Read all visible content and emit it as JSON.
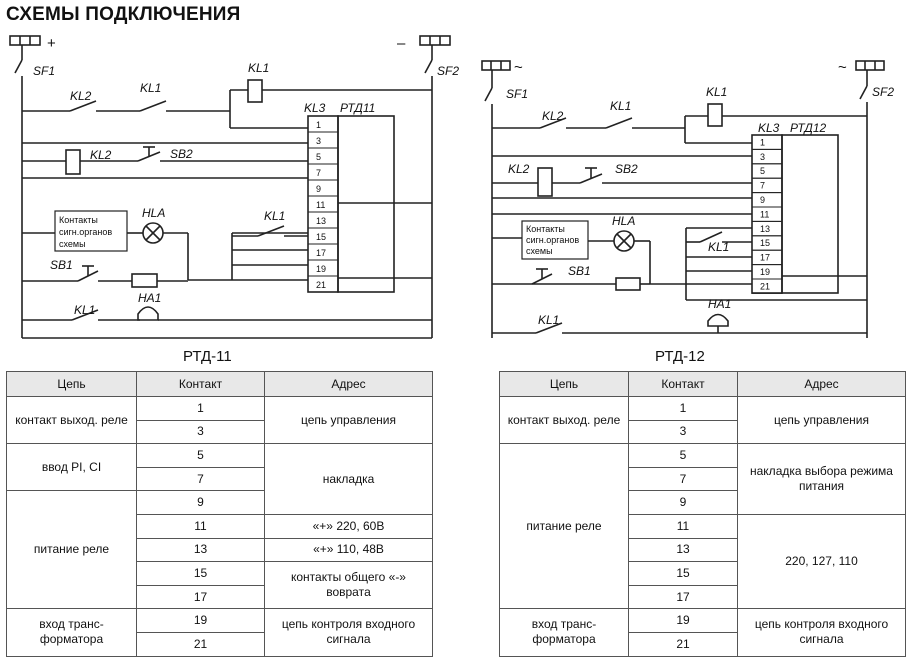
{
  "title": "СХЕМЫ ПОДКЛЮЧЕНИЯ",
  "left_diagram": {
    "caption": "РТД-11",
    "device": "РТД11",
    "polarity_left": "+",
    "polarity_right": "–",
    "labels": {
      "sf1": "SF1",
      "sf2": "SF2",
      "kl1_top": "KL1",
      "kl2": "KL2",
      "kl1_series": "KL1",
      "kl2_coil": "KL2",
      "sb2": "SB2",
      "kl3": "KL3",
      "hla": "HLA",
      "kl1_mid": "KL1",
      "sb1": "SB1",
      "kl1_bottom": "KL1",
      "ha1": "HA1"
    },
    "contacts_box": [
      "Контакты",
      "сигн.органов",
      "схемы"
    ],
    "pins": [
      "1",
      "3",
      "5",
      "7",
      "9",
      "11",
      "13",
      "15",
      "17",
      "19",
      "21"
    ]
  },
  "right_diagram": {
    "caption": "РТД-12",
    "device": "РТД12",
    "polarity_left": "~",
    "polarity_right": "~",
    "labels": {
      "sf1": "SF1",
      "sf2": "SF2",
      "kl1_top": "KL1",
      "kl2": "KL2",
      "kl1_series": "KL1",
      "kl2_coil": "KL2",
      "sb2": "SB2",
      "kl3": "KL3",
      "hla": "HLA",
      "kl1_mid": "KL1",
      "sb1": "SB1",
      "kl1_bottom": "KL1",
      "ha1": "HA1"
    },
    "contacts_box": [
      "Контакты",
      "сигн.органов",
      "схемы"
    ],
    "pins": [
      "1",
      "3",
      "5",
      "7",
      "9",
      "11",
      "13",
      "15",
      "17",
      "19",
      "21"
    ]
  },
  "table_left": {
    "headers": [
      "Цепь",
      "Контакт",
      "Адрес"
    ],
    "rows": [
      {
        "circuit": "контакт выход. реле",
        "contact": "1",
        "address": "цепь управления"
      },
      {
        "contact": "3"
      },
      {
        "circuit": "ввод PI, CI",
        "contact": "5",
        "address": "накладка"
      },
      {
        "contact": "7"
      },
      {
        "circuit": "питание реле",
        "contact": "9"
      },
      {
        "contact": "11",
        "address": "«+» 220, 60В"
      },
      {
        "contact": "13",
        "address": "«+» 110, 48В"
      },
      {
        "contact": "15",
        "address": "контакты общего «-» вовратa"
      },
      {
        "contact": "17"
      },
      {
        "circuit": "вход транс- форматора",
        "contact": "19",
        "address": "цепь контроля входного сигнала"
      },
      {
        "contact": "21"
      }
    ]
  },
  "table_right": {
    "headers": [
      "Цепь",
      "Контакт",
      "Адрес"
    ],
    "rows": [
      {
        "circuit": "контакт выход. реле",
        "contact": "1",
        "address": "цепь управления"
      },
      {
        "contact": "3"
      },
      {
        "contact": "5",
        "address": "накладка выбора режима питания"
      },
      {
        "contact": "7"
      },
      {
        "contact": "9"
      },
      {
        "circuit": "питание реле",
        "contact": "11"
      },
      {
        "contact": "13",
        "address": "220, 127, 110"
      },
      {
        "contact": "15"
      },
      {
        "contact": "17"
      },
      {
        "circuit": "вход транс- форматора",
        "contact": "19",
        "address": "цепь контроля входного сигнала"
      },
      {
        "contact": "21"
      }
    ]
  }
}
